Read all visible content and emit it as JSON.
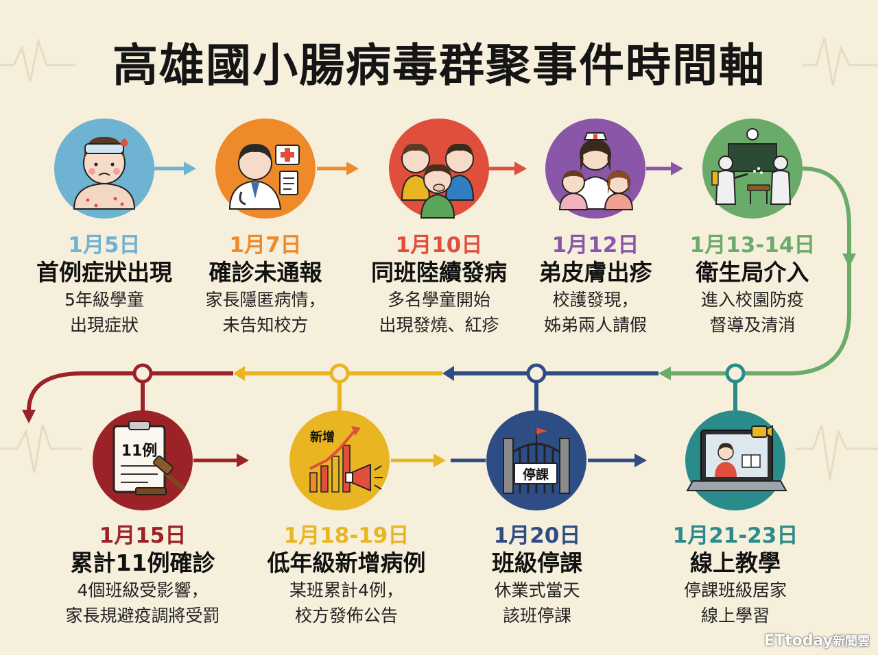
{
  "title": "高雄國小腸病毒群聚事件時間軸",
  "events": [
    {
      "date": "1月5日",
      "headline": "首例症狀出現",
      "lines": [
        "5年級學童",
        "出現症狀"
      ],
      "color": "#6fb3d2"
    },
    {
      "date": "1月7日",
      "headline": "確診未通報",
      "lines": [
        "家長隱匿病情，",
        "未告知校方"
      ],
      "color": "#ef8a2a"
    },
    {
      "date": "1月10日",
      "headline": "同班陸續發病",
      "lines": [
        "多名學童開始",
        "出現發燒、紅疹"
      ],
      "color": "#e04f3c"
    },
    {
      "date": "1月12日",
      "headline": "弟皮膚出疹",
      "lines": [
        "校護發現，",
        "姊弟兩人請假"
      ],
      "color": "#8a57a8"
    },
    {
      "date": "1月13-14日",
      "headline": "衛生局介入",
      "lines": [
        "進入校園防疫",
        "督導及清消"
      ],
      "color": "#6aab6a"
    },
    {
      "date": "1月15日",
      "headline": "累計11例確診",
      "lines": [
        "4個班級受影響，",
        "家長規避疫調將受罰"
      ],
      "color": "#9b2226",
      "icon_text": "11例"
    },
    {
      "date": "1月18-19日",
      "headline": "低年級新增病例",
      "lines": [
        "某班累計4例，",
        "校方發佈公告"
      ],
      "color": "#e9b523",
      "icon_text": "新增"
    },
    {
      "date": "1月20日",
      "headline": "班級停課",
      "lines": [
        "休業式當天",
        "該班停課"
      ],
      "color": "#2f4d85",
      "icon_text": "停課"
    },
    {
      "date": "1月21-23日",
      "headline": "線上教學",
      "lines": [
        "停課班級居家",
        "線上學習"
      ],
      "color": "#2a8c8a"
    }
  ],
  "icons": [
    "sick-child-icon",
    "doctor-icon",
    "coughing-children-icon",
    "school-nurse-icon",
    "disinfection-icon",
    "clipboard-gavel-icon",
    "growth-chart-megaphone-icon",
    "closed-gate-icon",
    "laptop-online-class-icon"
  ],
  "watermark": {
    "brand": "ETtoday",
    "suffix": "新聞雲"
  }
}
